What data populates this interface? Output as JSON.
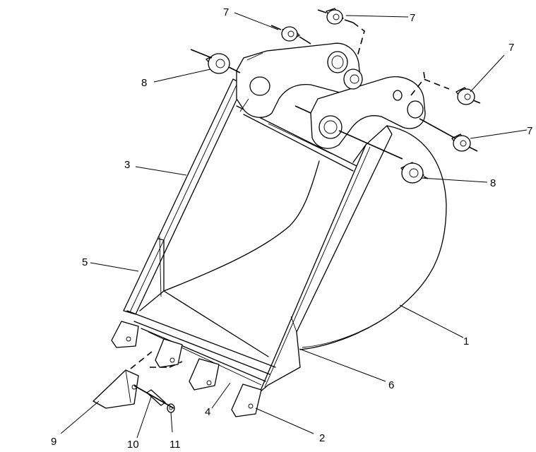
{
  "callouts": [
    {
      "id": "c1",
      "text": "1"
    },
    {
      "id": "c2",
      "text": "2"
    },
    {
      "id": "c3",
      "text": "3"
    },
    {
      "id": "c4",
      "text": "4"
    },
    {
      "id": "c5",
      "text": "5"
    },
    {
      "id": "c6",
      "text": "6"
    },
    {
      "id": "c7a",
      "text": "7"
    },
    {
      "id": "c7b",
      "text": "7"
    },
    {
      "id": "c7c",
      "text": "7"
    },
    {
      "id": "c7d",
      "text": "7"
    },
    {
      "id": "c8a",
      "text": "8"
    },
    {
      "id": "c8b",
      "text": "8"
    },
    {
      "id": "c9",
      "text": "9"
    },
    {
      "id": "c10",
      "text": "10"
    },
    {
      "id": "c11",
      "text": "11"
    }
  ]
}
